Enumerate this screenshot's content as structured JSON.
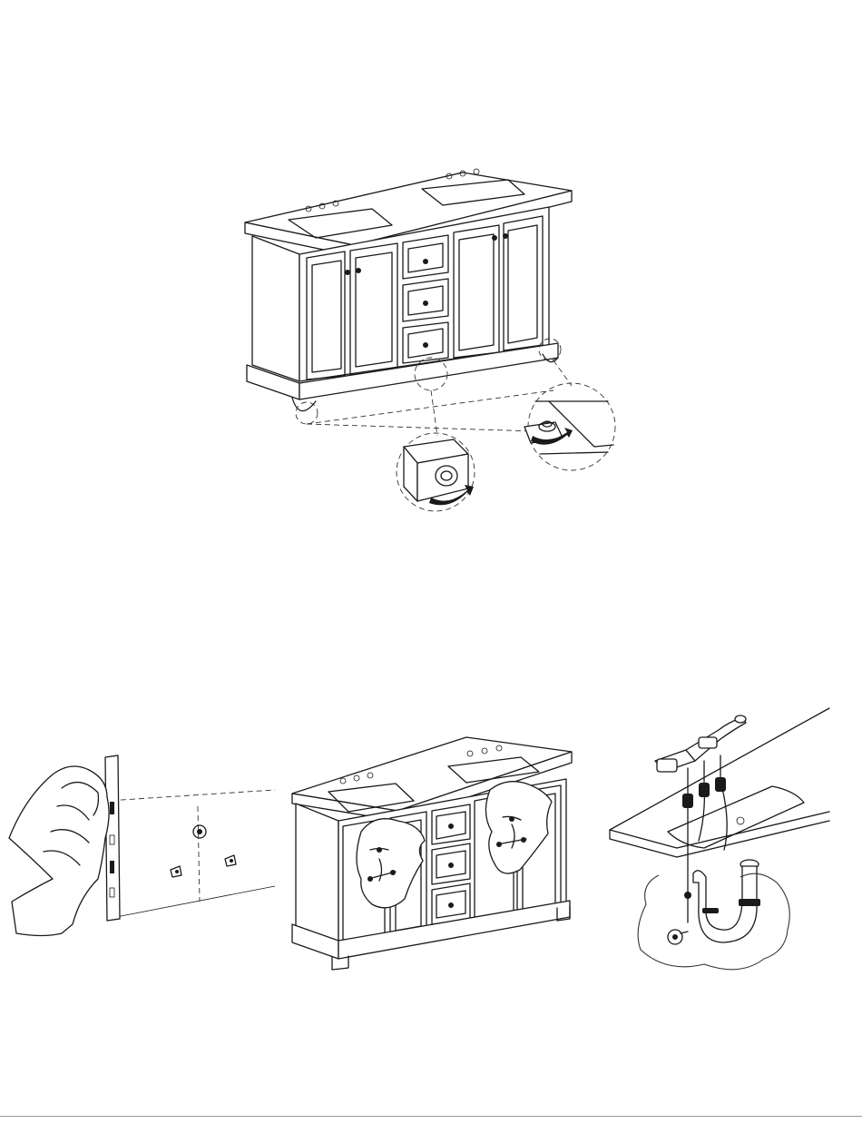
{
  "figures": [
    {
      "id": "level-adjust",
      "icon": "leveling-foot-adjustment-illustration"
    },
    {
      "id": "wall-marking",
      "icon": "wall-stud-marking-illustration"
    },
    {
      "id": "faucet-mount",
      "icon": "faucet-mounting-illustration"
    },
    {
      "id": "plumbing",
      "icon": "drain-and-supply-connection-illustration"
    }
  ],
  "colors": {
    "line": "#1a1a1a",
    "rule": "#9a9a9a"
  }
}
